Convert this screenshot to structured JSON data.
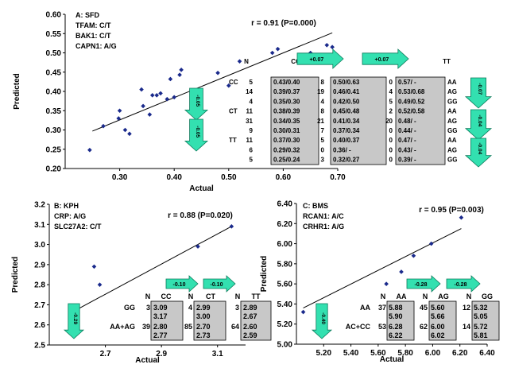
{
  "colors": {
    "point": "#1a2a8c",
    "arrow": "#33e0b0",
    "arrow_stroke": "#0a7a5a",
    "box": "#c8c8c8",
    "line": "#000000"
  },
  "chart_data": [
    {
      "type": "scatter",
      "title": "A: SFD",
      "genes": [
        "TFAM:   C/T",
        "BAK1:   C/T",
        "CAPN1: A/G"
      ],
      "xlabel": "Actual",
      "ylabel": "Predicted",
      "xlim": [
        0.2,
        0.7
      ],
      "ylim": [
        0.2,
        0.6
      ],
      "xticks": [
        "0.30",
        "0.40",
        "0.50",
        "0.60",
        "0.70"
      ],
      "xtick_values": [
        0.3,
        0.4,
        0.5,
        0.6,
        0.7
      ],
      "yticks": [
        "0.20",
        "0.25",
        "0.30",
        "0.35",
        "0.40",
        "0.45",
        "0.50",
        "0.55",
        "0.60"
      ],
      "ytick_values": [
        0.2,
        0.25,
        0.3,
        0.35,
        0.4,
        0.45,
        0.5,
        0.55,
        0.6
      ],
      "stat": "r = 0.91 (P=0.000)",
      "points": [
        [
          0.245,
          0.248
        ],
        [
          0.27,
          0.31
        ],
        [
          0.298,
          0.33
        ],
        [
          0.3,
          0.35
        ],
        [
          0.31,
          0.3
        ],
        [
          0.318,
          0.29
        ],
        [
          0.34,
          0.405
        ],
        [
          0.343,
          0.362
        ],
        [
          0.355,
          0.34
        ],
        [
          0.36,
          0.39
        ],
        [
          0.368,
          0.39
        ],
        [
          0.375,
          0.395
        ],
        [
          0.387,
          0.38
        ],
        [
          0.393,
          0.432
        ],
        [
          0.4,
          0.385
        ],
        [
          0.41,
          0.443
        ],
        [
          0.413,
          0.456
        ],
        [
          0.48,
          0.448
        ],
        [
          0.5,
          0.415
        ],
        [
          0.52,
          0.478
        ],
        [
          0.58,
          0.5
        ],
        [
          0.59,
          0.51
        ],
        [
          0.65,
          0.5
        ],
        [
          0.665,
          0.48
        ],
        [
          0.68,
          0.52
        ],
        [
          0.69,
          0.515
        ]
      ],
      "fit": [
        [
          0.25,
          0.297
        ],
        [
          0.69,
          0.552
        ]
      ],
      "arrows_top": [
        "+0.07",
        "+0.07"
      ],
      "arrows_side": [
        "-0.05",
        "-0.05"
      ],
      "arrows_right": [
        "-0.07",
        "-0.04",
        "-0.04"
      ],
      "table": {
        "headers": [
          "N",
          "CC",
          "N",
          "CT",
          "N",
          "TT"
        ],
        "row_labels_left": [
          "CC",
          "",
          "",
          "CT",
          "",
          "",
          "TT",
          "",
          ""
        ],
        "row_labels_right": [
          "AA",
          "AG",
          "GG",
          "AA",
          "AG",
          "GG",
          "AA",
          "AG",
          "GG"
        ],
        "rows": [
          [
            "5",
            "0.43/0.40",
            "8",
            "0.50/0.63",
            "0",
            "0.57/ -"
          ],
          [
            "14",
            "0.39/0.37",
            "19",
            "0.46/0.41",
            "4",
            "0.53/0.68"
          ],
          [
            "4",
            "0.35/0.30",
            "4",
            "0.42/0.50",
            "5",
            "0.49/0.52"
          ],
          [
            "11",
            "0.38/0.39",
            "8",
            "0.45/0.48",
            "2",
            "0.52/0.58"
          ],
          [
            "31",
            "0.34/0.35",
            "21",
            "0.41/0.34",
            "20",
            "0.48/ -"
          ],
          [
            "9",
            "0.30/0.31",
            "7",
            "0.37/0.34",
            "0",
            "0.44/ -"
          ],
          [
            "11",
            "0.37/0.30",
            "5",
            "0.40/0.37",
            "0",
            "0.47/ -"
          ],
          [
            "6",
            "0.29/0.32",
            "0",
            "0.36/ -",
            "0",
            "0.43/ -"
          ],
          [
            "5",
            "0.25/0.24",
            "3",
            "0.32/0.27",
            "0",
            "0.39/ -"
          ]
        ]
      }
    },
    {
      "type": "scatter",
      "title": "B: KPH",
      "genes": [
        "CRP:          A/G",
        "SLC27A2: C/T"
      ],
      "xlabel": "Actual",
      "ylabel": "Predicted",
      "xlim": [
        2.5,
        3.2
      ],
      "ylim": [
        2.5,
        3.2
      ],
      "xticks": [
        "2.7",
        "2.9",
        "3.1"
      ],
      "xtick_values": [
        2.7,
        2.9,
        3.1
      ],
      "yticks": [
        "2.5",
        "2.6",
        "2.7",
        "2.8",
        "2.9",
        "3.0",
        "3.1",
        "3.2"
      ],
      "ytick_values": [
        2.5,
        2.6,
        2.7,
        2.8,
        2.9,
        3.0,
        3.1,
        3.2
      ],
      "stat": "r = 0.88 (P=0.020)",
      "points": [
        [
          2.59,
          2.59
        ],
        [
          2.66,
          2.89
        ],
        [
          2.68,
          2.8
        ],
        [
          3.03,
          2.99
        ],
        [
          3.15,
          3.09
        ]
      ],
      "fit": [
        [
          2.59,
          2.67
        ],
        [
          3.15,
          3.09
        ]
      ],
      "arrows_top": [
        "-0.10",
        "-0.10"
      ],
      "arrows_side": [
        "-0.29"
      ],
      "table": {
        "headers": [
          "N",
          "CC",
          "N",
          "CT",
          "N",
          "TT"
        ],
        "rows": [
          {
            "label": "GG",
            "cells": [
              "3",
              "3.09\n3.17",
              "4",
              "2.99\n3.00",
              "3",
              "2.89\n2.67"
            ]
          },
          {
            "label": "AA+AG",
            "cells": [
              "39",
              "2.80\n2.77",
              "85",
              "2.70\n2.73",
              "64",
              "2.60\n2.59"
            ]
          }
        ]
      }
    },
    {
      "type": "scatter",
      "title": "C: BMS",
      "genes": [
        "RCAN1: A/C",
        "CRHR1: A/G"
      ],
      "xlabel": "Actual",
      "ylabel": "Predicted",
      "xlim": [
        5.0,
        6.4
      ],
      "ylim": [
        5.0,
        6.4
      ],
      "xticks": [
        "5.20",
        "5.40",
        "5.60",
        "5.80",
        "6.00",
        "6.20",
        "6.40"
      ],
      "xtick_values": [
        5.2,
        5.4,
        5.6,
        5.8,
        6.0,
        6.2,
        6.4
      ],
      "yticks": [
        "5.00",
        "5.20",
        "5.40",
        "5.60",
        "5.80",
        "6.00",
        "6.20",
        "6.40"
      ],
      "ytick_values": [
        5.0,
        5.2,
        5.4,
        5.6,
        5.8,
        6.0,
        6.2,
        6.4
      ],
      "stat": "r = 0.95 (P=0.003)",
      "points": [
        [
          5.05,
          5.32
        ],
        [
          5.66,
          5.6
        ],
        [
          5.77,
          5.72
        ],
        [
          5.86,
          5.88
        ],
        [
          5.99,
          6.0
        ],
        [
          6.21,
          6.26
        ]
      ],
      "fit": [
        [
          5.05,
          5.36
        ],
        [
          6.21,
          6.15
        ]
      ],
      "arrows_top": [
        "-0.28",
        "-0.28"
      ],
      "arrows_side": [
        "-0.40"
      ],
      "table": {
        "headers": [
          "N",
          "AA",
          "N",
          "AG",
          "N",
          "GG"
        ],
        "rows": [
          {
            "label": "AA",
            "cells": [
              "37",
              "5.88\n5.90",
              "45",
              "5.60\n5.66",
              "12",
              "5.32\n5.05"
            ]
          },
          {
            "label": "AC+CC",
            "cells": [
              "53",
              "6.28\n6.22",
              "62",
              "6.00\n6.02",
              "14",
              "5.72\n5.81"
            ]
          }
        ]
      }
    }
  ]
}
